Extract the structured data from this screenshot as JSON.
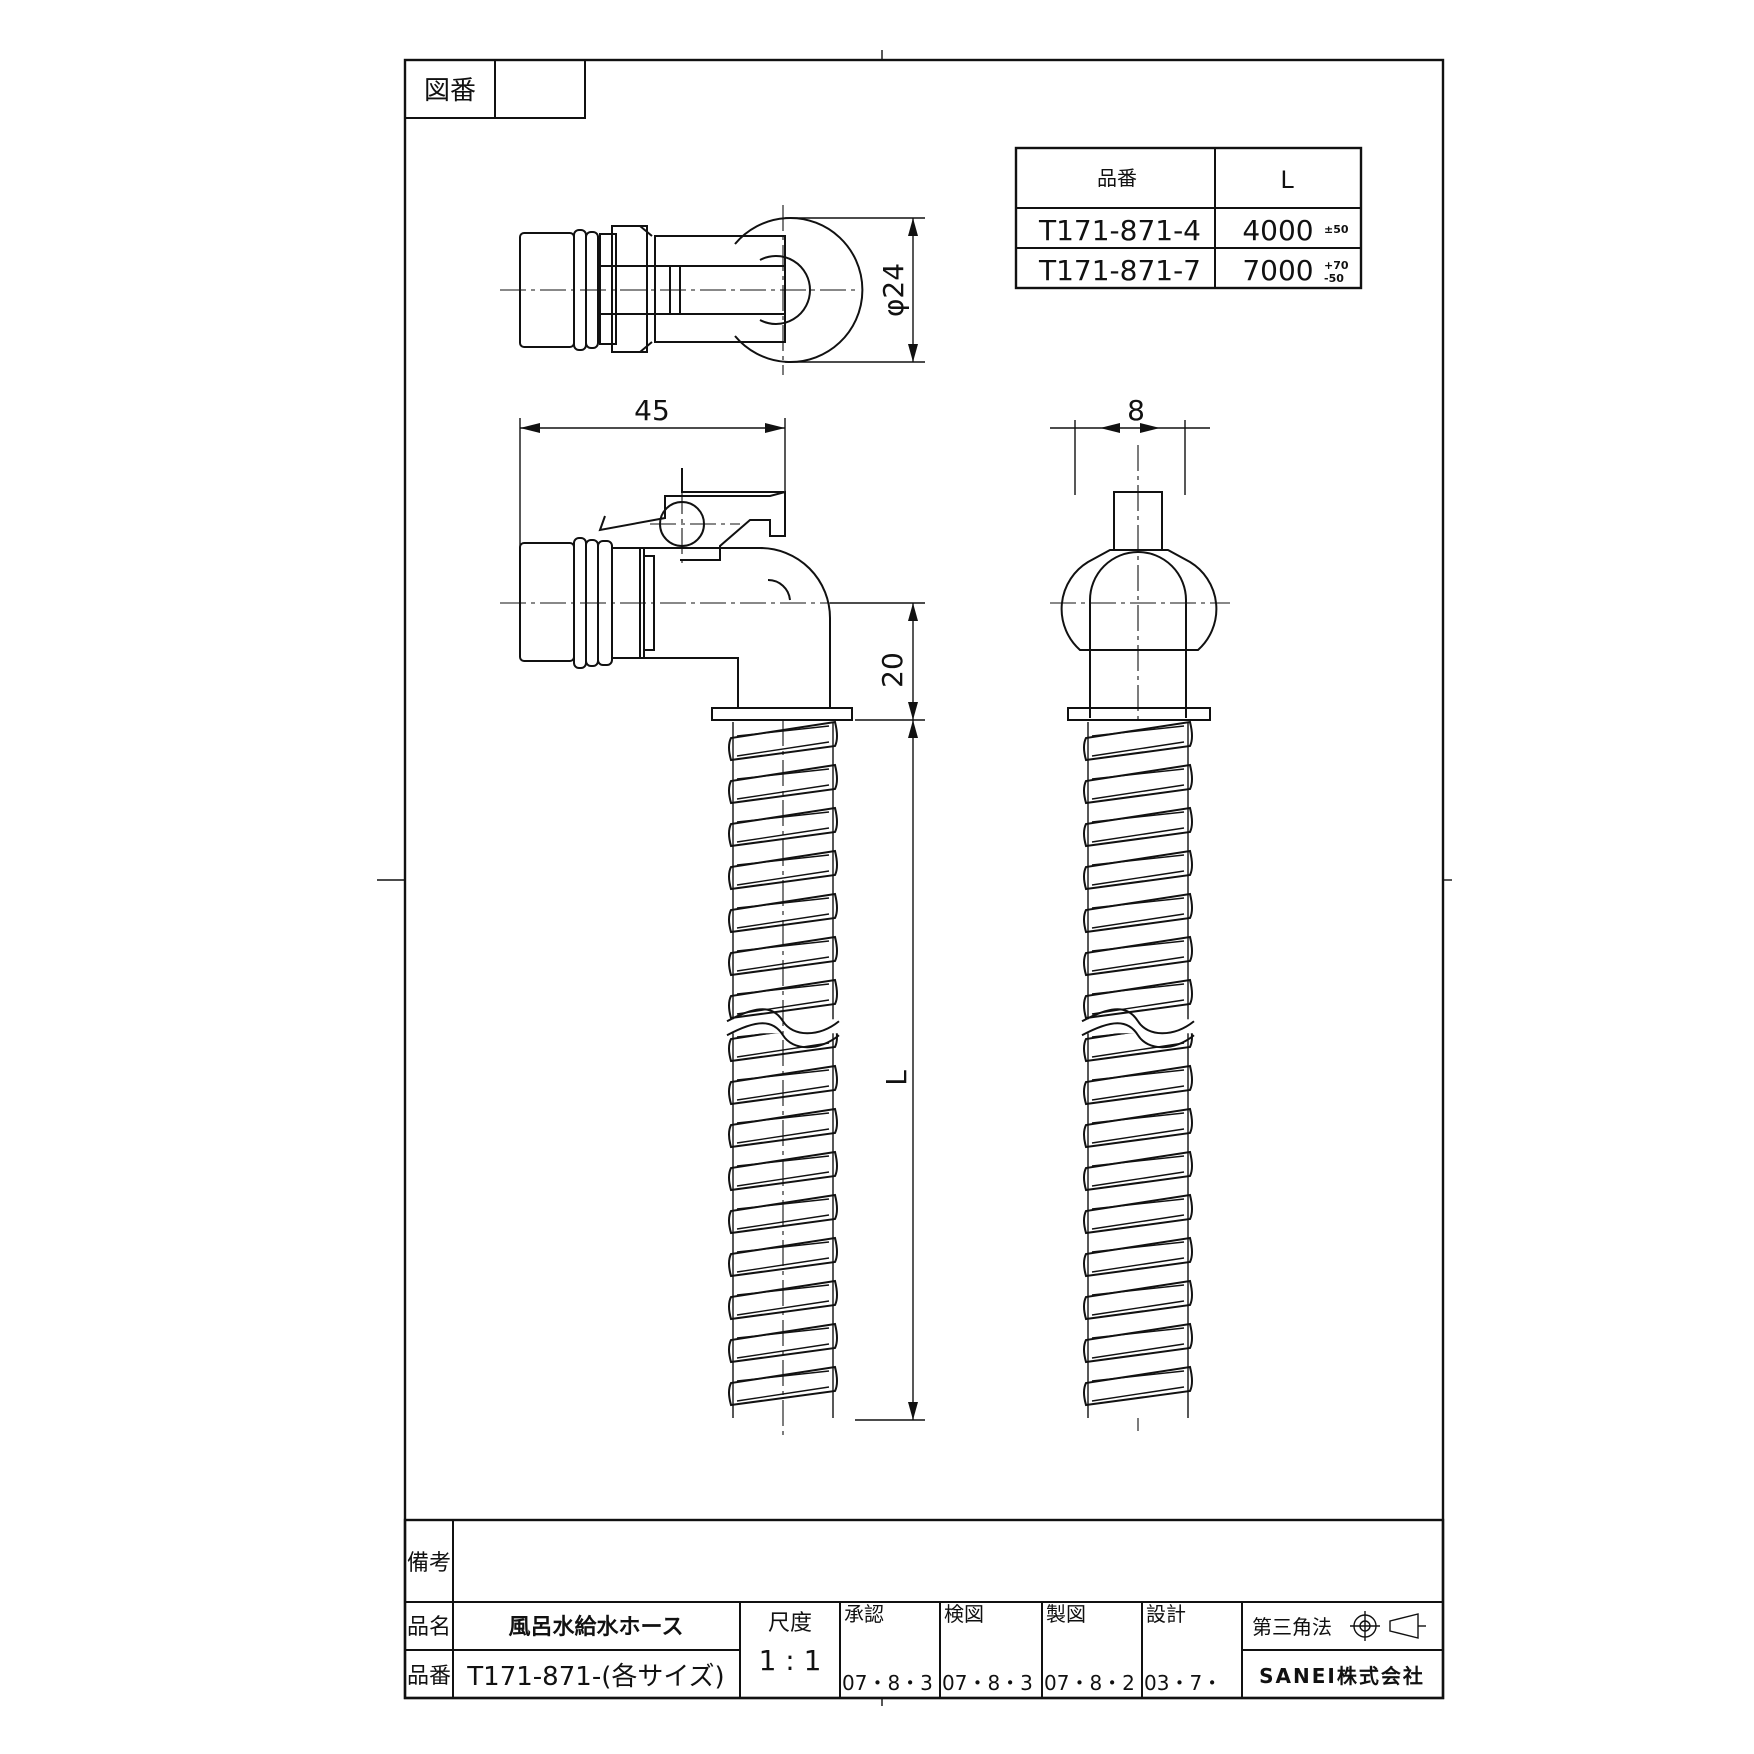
{
  "drawing_number_label": "図番",
  "drawing_number_value": "",
  "size_table": {
    "header_part": "品番",
    "header_length": "L",
    "rows": [
      {
        "part": "T171-871-4",
        "length": "4000",
        "tol_upper": "±50",
        "tol_lower": ""
      },
      {
        "part": "T171-871-7",
        "length": "7000",
        "tol_upper": "+70",
        "tol_lower": "-50"
      }
    ]
  },
  "dimensions": {
    "diameter": "φ24",
    "width_45": "45",
    "width_8": "8",
    "height_20": "20",
    "length_L": "L"
  },
  "title_block": {
    "remarks_label": "備考",
    "remarks_value": "",
    "name_label": "品名",
    "name_value": "風呂水給水ホース",
    "part_label": "品番",
    "part_value": "T171-871-(各サイズ)",
    "scale_label": "尺度",
    "scale_value": "1 : 1",
    "approved_label": "承認",
    "approved_date": "07・8・3",
    "checked_label": "検図",
    "checked_date": "07・8・3",
    "drawn_label": "製図",
    "drawn_date": "07・8・2",
    "design_label": "設計",
    "design_date": "03・7・",
    "projection_label": "第三角法",
    "company": "SANEI株式会社"
  }
}
